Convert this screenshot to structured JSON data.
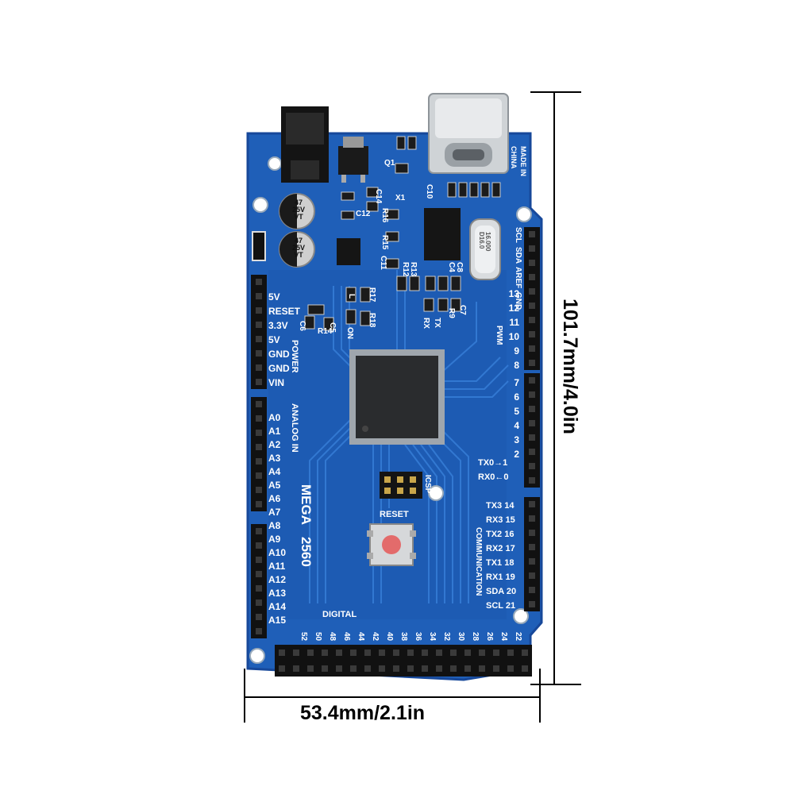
{
  "dimensions": {
    "width_label": "53.4mm/2.1in",
    "height_label": "101.7mm/4.0in"
  },
  "board": {
    "model_text": [
      "MEGA",
      "2560"
    ],
    "made_in": [
      "MADE IN",
      "CHINA"
    ],
    "reset_label": "RESET",
    "icsp_label": "ICSP",
    "digital_label": "DIGITAL",
    "power_label": "POWER",
    "analog_label": "ANALOG IN",
    "pwm_label": "PWM",
    "communication_label": "COMMUNICATION",
    "power_pins": [
      "5V",
      "RESET",
      "3.3V",
      "5V",
      "GND",
      "GND",
      "VIN"
    ],
    "analog_pins": [
      "A0",
      "A1",
      "A2",
      "A3",
      "A4",
      "A5",
      "A6",
      "A7",
      "A8",
      "A9",
      "A10",
      "A11",
      "A12",
      "A13",
      "A14",
      "A15"
    ],
    "pwm_pins": [
      "13",
      "12",
      "11",
      "10",
      "9",
      "8",
      "7",
      "6",
      "5",
      "4",
      "3",
      "2"
    ],
    "tx_rx": [
      "TX0→1",
      "RX0←0"
    ],
    "comm_pins": [
      "TX3 14",
      "RX3 15",
      "TX2 16",
      "RX2 17",
      "TX1 18",
      "RX1 19",
      "SDA 20",
      "SCL 21"
    ],
    "digital_pins_top": [
      "52",
      "50",
      "48",
      "46",
      "44",
      "42",
      "40",
      "38",
      "36",
      "34",
      "32",
      "30",
      "28",
      "26",
      "24",
      "22"
    ],
    "top_header_labels": [
      "SCL",
      "SDA",
      "AREF",
      "GND"
    ],
    "capacitor_text": [
      "47",
      "25V",
      "VT"
    ],
    "components": [
      "C14",
      "R16",
      "C12",
      "R15",
      "C11",
      "R12",
      "R13",
      "R14",
      "C5",
      "C6",
      "R17",
      "R18",
      "C4",
      "C8",
      "C7",
      "R9",
      "C10",
      "Q1",
      "X1",
      "L",
      "ON",
      "RX",
      "TX"
    ],
    "crystal_text": [
      "16.000",
      "D16.0"
    ],
    "colors": {
      "pcb": "#1f5fb8",
      "pcb_dark": "#17489a",
      "trace": "#2f74cf",
      "silk": "#ffffff",
      "header": "#111111",
      "reset_button": "#e36b6b"
    }
  }
}
